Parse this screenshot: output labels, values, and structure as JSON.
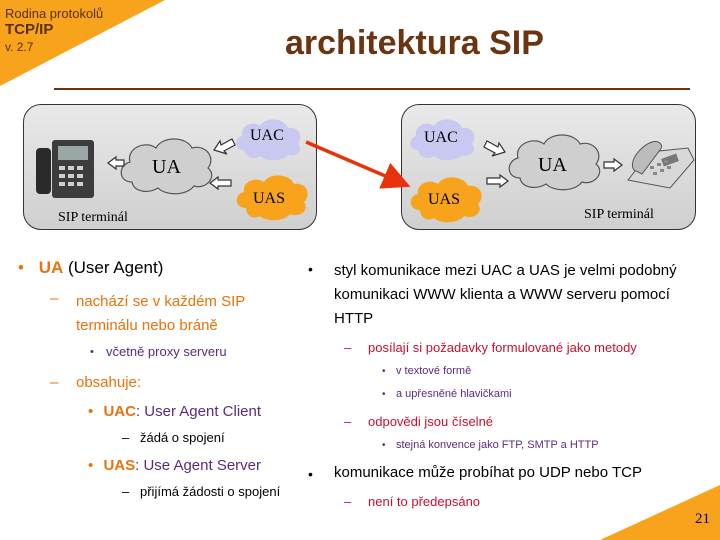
{
  "header": {
    "course": "Rodina protokolů",
    "protocol": "TCP/IP",
    "version": "v. 2.7",
    "title": "architektura SIP"
  },
  "diagram": {
    "left": {
      "ua": "UA",
      "uac": "UAC",
      "uas": "UAS",
      "caption": "SIP terminál"
    },
    "right": {
      "ua": "UA",
      "uac": "UAC",
      "uas": "UAS",
      "caption": "SIP terminál"
    },
    "colors": {
      "arrow": "#e8320c",
      "ua_cloud": "#cfcfcf",
      "uac_cloud": "#c8c8f0",
      "uas_cloud": "#f7a31c"
    }
  },
  "left_column": {
    "ua_term": "UA",
    "ua_rest": " (User Agent)",
    "l2a": "nachází se v každém SIP terminálu nebo bráně",
    "l3a": "včetně proxy serveru",
    "l2b": "obsahuje:",
    "uac_term": "UAC",
    "uac_rest": ": User Agent Client",
    "uac_sub": "žádá o spojení",
    "uas_term": "UAS",
    "uas_rest": ": Use Agent Server",
    "uas_sub": "přijímá žádosti o spojení"
  },
  "right_column": {
    "p1": "styl komunikace mezi UAC a UAS je velmi podobný komunikaci WWW klienta a WWW serveru pomocí HTTP",
    "p1a": "posílají si požadavky formulované jako metody",
    "p1a1": "v textové formě",
    "p1a2": "a upřesněné hlavičkami",
    "p1b": "odpovědi jsou číselné",
    "p1b1": "stejná konvence jako FTP, SMTP a HTTP",
    "p2": "komunikace může probíhat po UDP nebo TCP",
    "p2a": "není to předepsáno"
  },
  "slide_number": "21"
}
